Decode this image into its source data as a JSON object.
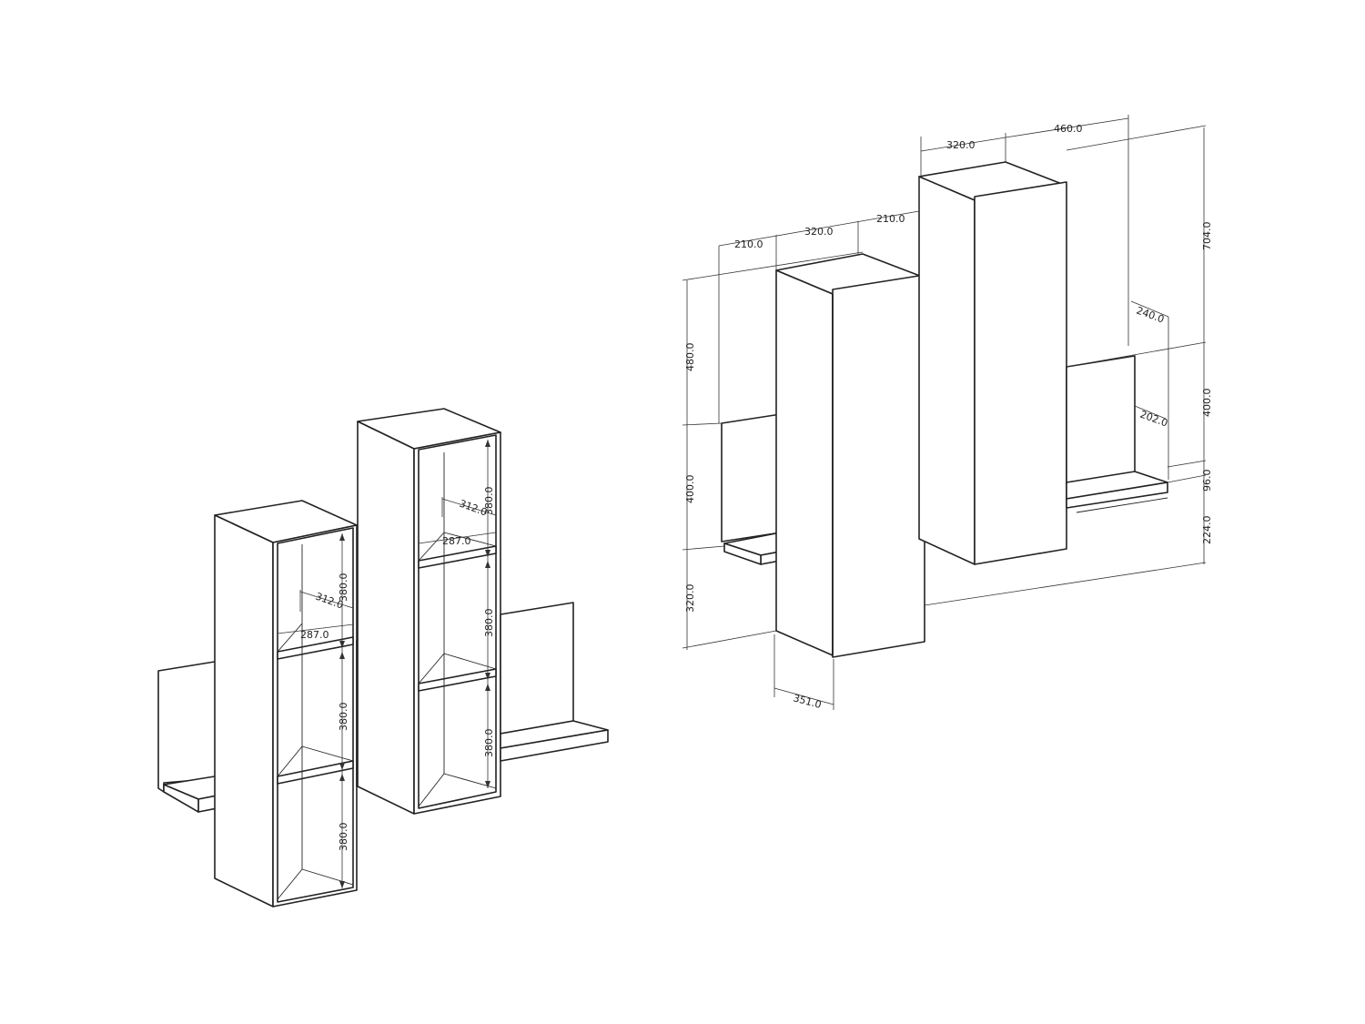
{
  "drawing": {
    "left_view": {
      "shelf_spacings": [
        "380.0",
        "380.0",
        "380.0"
      ],
      "short_unit_depth_1": "312.0",
      "short_unit_width_1": "287.0",
      "tall_unit_spacings": [
        "380.0",
        "380.0",
        "380.0"
      ],
      "short_unit_depth_2": "312.0",
      "short_unit_width_2": "287.0"
    },
    "right_view": {
      "top_widths": [
        "320.0",
        "460.0"
      ],
      "mid_widths": [
        "210.0",
        "320.0",
        "210.0"
      ],
      "left_heights": [
        "480.0",
        "400.0",
        "320.0"
      ],
      "right_heights": [
        "704.0",
        "400.0",
        "96.0",
        "224.0"
      ],
      "shelf_depth": "240.0",
      "shelf_inner": "202.0",
      "cabinet_depth": "351.0"
    }
  }
}
